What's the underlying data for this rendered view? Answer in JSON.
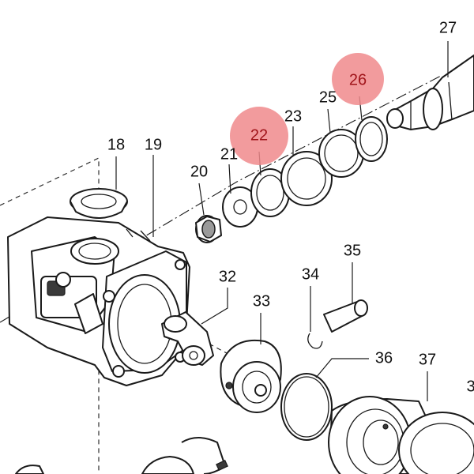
{
  "diagram": {
    "highlight_color": "#f08a8c",
    "line_color": "#1a1a1a",
    "callouts": [
      {
        "id": "18",
        "label": "18",
        "highlighted": false
      },
      {
        "id": "19",
        "label": "19",
        "highlighted": false
      },
      {
        "id": "20",
        "label": "20",
        "highlighted": false
      },
      {
        "id": "21",
        "label": "21",
        "highlighted": false
      },
      {
        "id": "22",
        "label": "22",
        "highlighted": true
      },
      {
        "id": "23",
        "label": "23",
        "highlighted": false
      },
      {
        "id": "25",
        "label": "25",
        "highlighted": false
      },
      {
        "id": "26",
        "label": "26",
        "highlighted": true
      },
      {
        "id": "27",
        "label": "27",
        "highlighted": false
      },
      {
        "id": "32",
        "label": "32",
        "highlighted": false
      },
      {
        "id": "33",
        "label": "33",
        "highlighted": false
      },
      {
        "id": "34",
        "label": "34",
        "highlighted": false
      },
      {
        "id": "35",
        "label": "35",
        "highlighted": false
      },
      {
        "id": "36",
        "label": "36",
        "highlighted": false
      },
      {
        "id": "37",
        "label": "37",
        "highlighted": false
      },
      {
        "id": "3x",
        "label": "3",
        "highlighted": false
      }
    ]
  }
}
